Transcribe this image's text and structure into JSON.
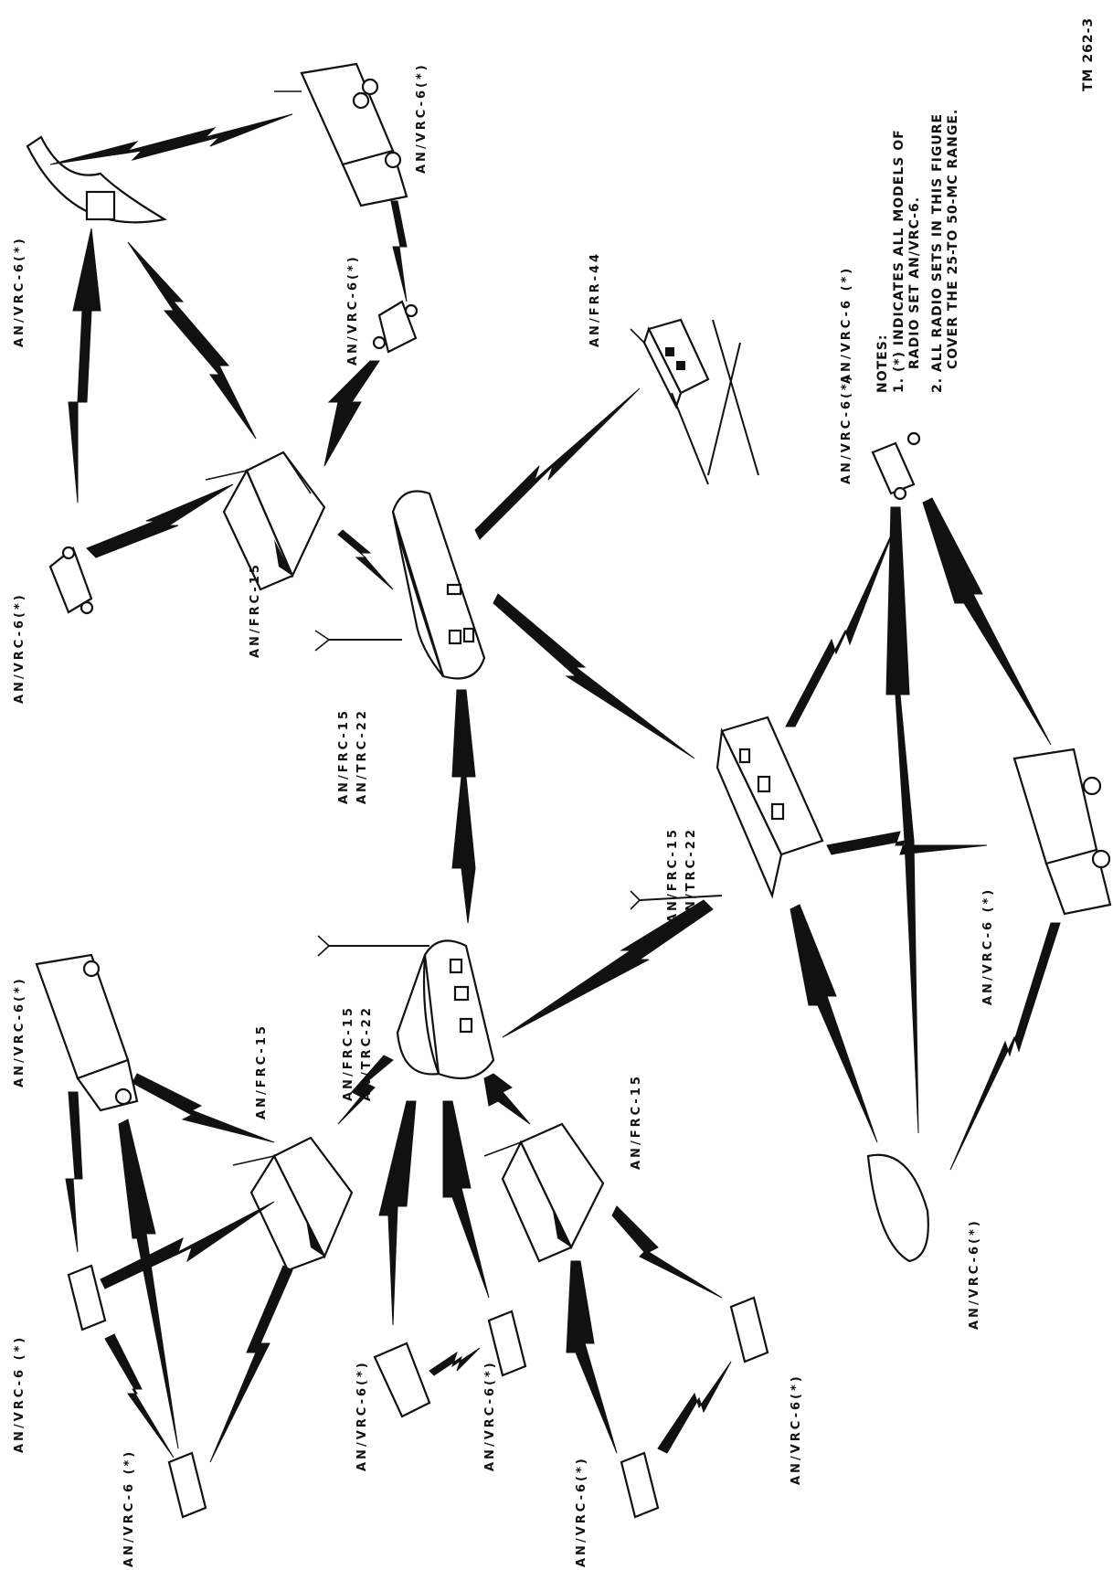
{
  "labels": {
    "vrc6_a": "AN/VRC-6(*)",
    "vrc6_b": "AN/VRC-6(*)",
    "vrc6_c": "AN/VRC-6(*)",
    "vrc6_d": "AN/VRC-6(*)",
    "vrc6_e": "AN/VRC-6(*)",
    "vrc6_f": "AN/VRC-6 (*)",
    "vrc6_g": "AN/VRC-6 (*)",
    "vrc6_h": "AN/VRC-6(*)",
    "vrc6_i": "AN/VRC-6(*)",
    "vrc6_j": "AN/VRC-6 (*)",
    "vrc6_k": "AN/VRC-6 (*)",
    "vrc6_l": "AN/VRC-6(*)",
    "vrc6_m": "AN/VRC-6(*)",
    "vrc6_n": "AN/VRC-6(*)",
    "vrc6_o": "AN/VRC-6(*)",
    "frc15_top": "AN/FRC-15",
    "frc15_mid": "AN/FRC-15",
    "frc15_low": "AN/FRC-15",
    "frr44": "AN/FRR-44",
    "hut_top_l1": "AN/FRC-15",
    "hut_top_l2": "AN/TRC-22",
    "hut_right_l1": "AN/FRC-15",
    "hut_right_l2": "AN/TRC-22",
    "hut_bottom_l1": "AN/FRC-15",
    "hut_bottom_l2": "AN/TRC-22"
  },
  "notes": {
    "heading": "NOTES:",
    "note1_line1": "1.  (*) INDICATES ALL MODELS OF",
    "note1_line2": "RADIO SET AN/VRC-6.",
    "note2_line1": "2.  ALL RADIO SETS IN THIS FIGURE",
    "note2_line2": "COVER THE  25-TO 50-MC RANGE."
  },
  "figure_id": "TM 262-3",
  "colors": {
    "ink": "#111111",
    "paper": "#ffffff"
  }
}
